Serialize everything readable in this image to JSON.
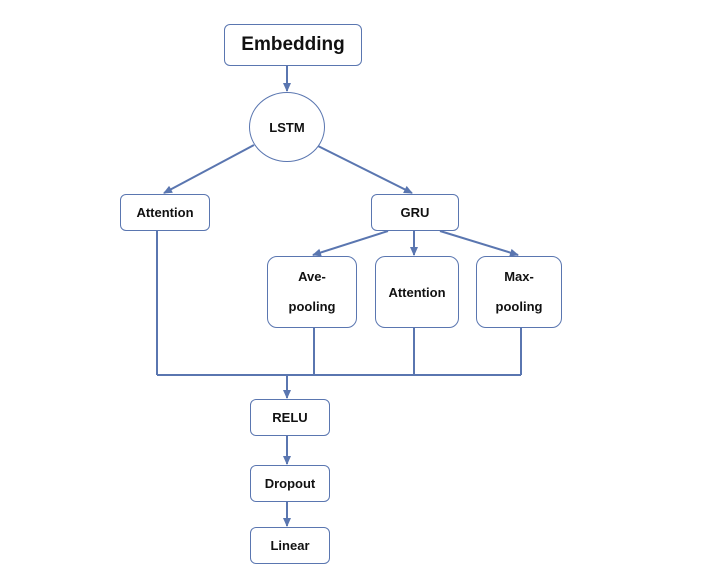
{
  "colors": {
    "stroke": "#5a76b0",
    "text": "#111111",
    "background": "#ffffff"
  },
  "nodes": {
    "embedding": {
      "label": "Embedding"
    },
    "lstm": {
      "label": "LSTM"
    },
    "attention_left": {
      "label": "Attention"
    },
    "gru": {
      "label": "GRU"
    },
    "ave_pooling": {
      "line1": "Ave-",
      "line2": "pooling"
    },
    "attention_mid": {
      "label": "Attention"
    },
    "max_pooling": {
      "line1": "Max-",
      "line2": "pooling"
    },
    "relu": {
      "label": "RELU"
    },
    "dropout": {
      "label": "Dropout"
    },
    "linear": {
      "label": "Linear"
    }
  },
  "edges": [
    {
      "from": "embedding",
      "to": "lstm",
      "arrow": true
    },
    {
      "from": "lstm",
      "to": "attention_left",
      "arrow": true
    },
    {
      "from": "lstm",
      "to": "gru",
      "arrow": true
    },
    {
      "from": "gru",
      "to": "ave_pooling",
      "arrow": true
    },
    {
      "from": "gru",
      "to": "attention_mid",
      "arrow": true
    },
    {
      "from": "gru",
      "to": "max_pooling",
      "arrow": true
    },
    {
      "from": "attention_left",
      "to": "merge",
      "arrow": false
    },
    {
      "from": "ave_pooling",
      "to": "merge",
      "arrow": false
    },
    {
      "from": "attention_mid",
      "to": "merge",
      "arrow": false
    },
    {
      "from": "max_pooling",
      "to": "merge",
      "arrow": false
    },
    {
      "from": "merge",
      "to": "relu",
      "arrow": true
    },
    {
      "from": "relu",
      "to": "dropout",
      "arrow": true
    },
    {
      "from": "dropout",
      "to": "linear",
      "arrow": true
    }
  ]
}
